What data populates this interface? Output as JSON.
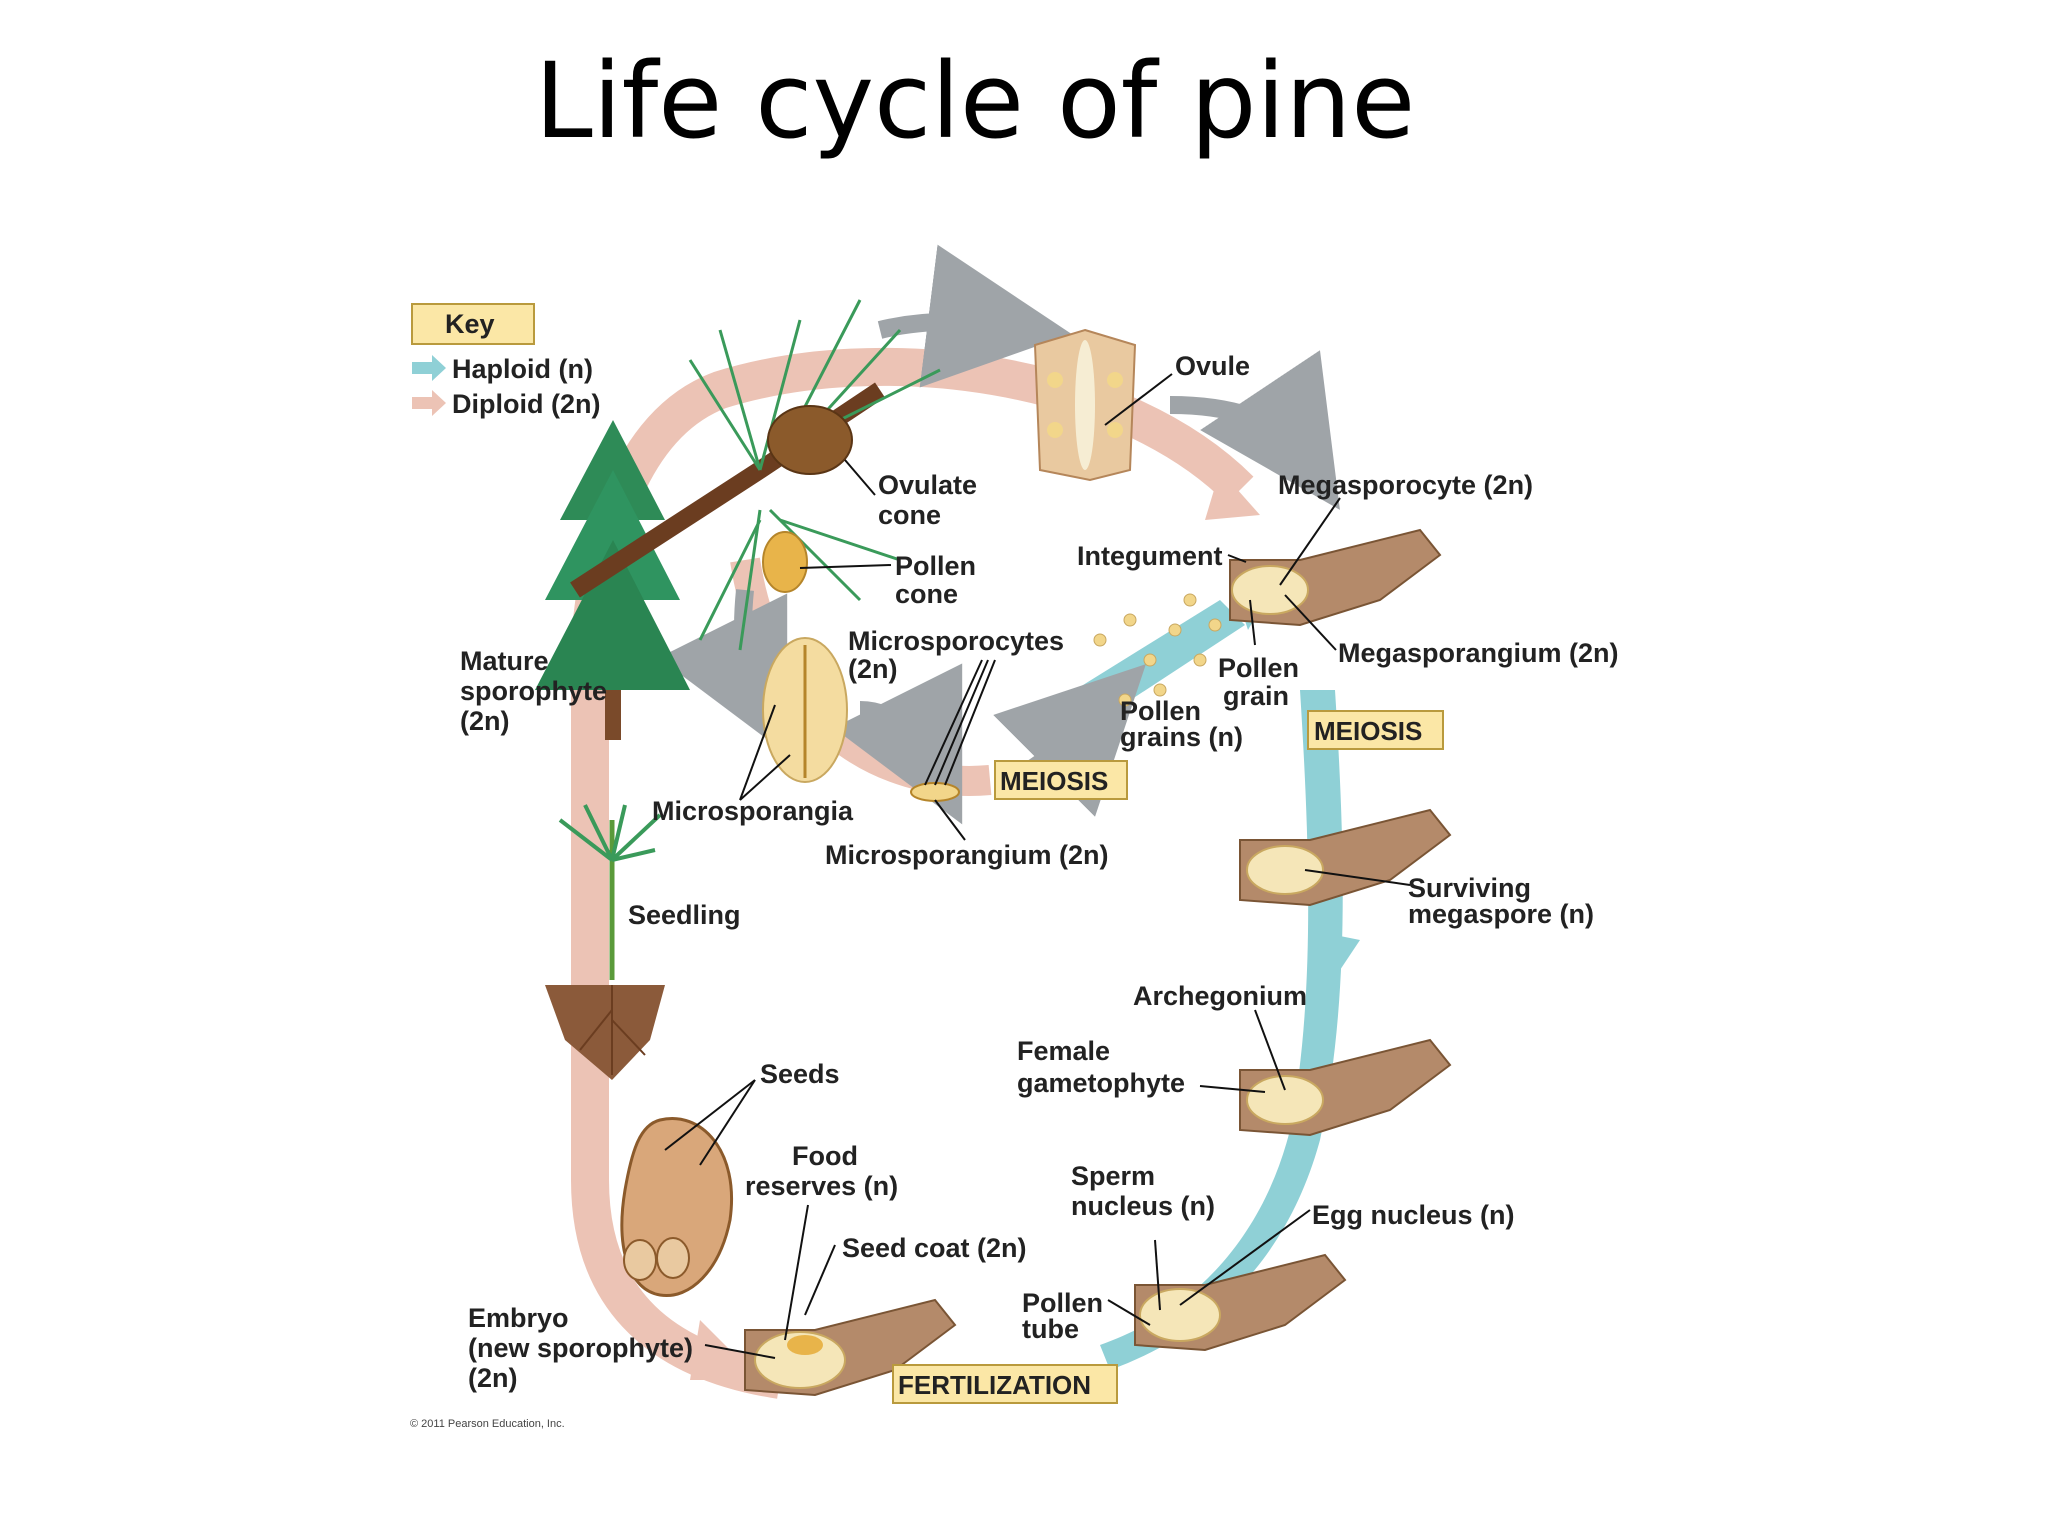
{
  "title": "Life cycle of pine",
  "key": {
    "heading": "Key",
    "haploid": "Haploid (n)",
    "diploid": "Diploid (2n)"
  },
  "colors": {
    "haploid": "#8fd0d6",
    "diploid": "#ecc3b5",
    "gray_arrow": "#9fa4a8",
    "stage_box": "#fbe7a6",
    "tissue": "#b48a6a"
  },
  "labels": {
    "ovule": "Ovule",
    "megasporocyte": "Megasporocyte (2n)",
    "ovulate_cone_1": "Ovulate",
    "ovulate_cone_2": "cone",
    "integument": "Integument",
    "pollen_cone_1": "Pollen",
    "pollen_cone_2": "cone",
    "microsporocytes_1": "Microsporocytes",
    "microsporocytes_2": "(2n)",
    "megasporangium": "Megasporangium (2n)",
    "pollen_grain_1": "Pollen",
    "pollen_grain_2": "grain",
    "mature_1": "Mature",
    "mature_2": "sporophyte",
    "mature_3": "(2n)",
    "pollen_grains_1": "Pollen",
    "pollen_grains_2": "grains (n)",
    "microsporangia": "Microsporangia",
    "microsporangium": "Microsporangium (2n)",
    "seedling": "Seedling",
    "surviving_1": "Surviving",
    "surviving_2": "megaspore (n)",
    "archegonium": "Archegonium",
    "female_1": "Female",
    "female_2": "gametophyte",
    "seeds": "Seeds",
    "food_1": "Food",
    "food_2": "reserves (n)",
    "sperm_1": "Sperm",
    "sperm_2": "nucleus (n)",
    "egg": "Egg nucleus (n)",
    "seed_coat": "Seed coat (2n)",
    "pollen_tube_1": "Pollen",
    "pollen_tube_2": "tube",
    "embryo_1": "Embryo",
    "embryo_2": "(new sporophyte)",
    "embryo_3": "(2n)"
  },
  "stages": {
    "meiosis_micro": "MEIOSIS",
    "meiosis_mega": "MEIOSIS",
    "fertilization": "FERTILIZATION"
  },
  "copyright": "© 2011 Pearson Education, Inc."
}
